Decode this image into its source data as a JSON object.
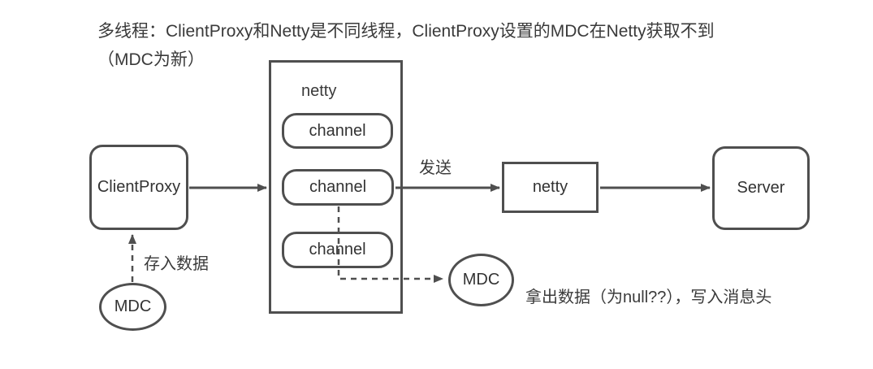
{
  "title": {
    "line1": "多线程：ClientProxy和Netty是不同线程，ClientProxy设置的MDC在Netty获取不到",
    "line2": "（MDC为新）"
  },
  "nodes": {
    "client_proxy": {
      "label": "ClientProxy"
    },
    "netty_container": {
      "label": "netty"
    },
    "channels": [
      "channel",
      "channel",
      "channel"
    ],
    "netty_box": {
      "label": "netty"
    },
    "server": {
      "label": "Server"
    },
    "mdc_left": {
      "label": "MDC"
    },
    "mdc_right": {
      "label": "MDC"
    }
  },
  "edge_labels": {
    "store": "存入数据",
    "send": "发送",
    "fetch": "拿出数据（为null??），写入消息头"
  },
  "colors": {
    "stroke": "#4f4f4f",
    "text": "#333333",
    "background": "#ffffff"
  }
}
